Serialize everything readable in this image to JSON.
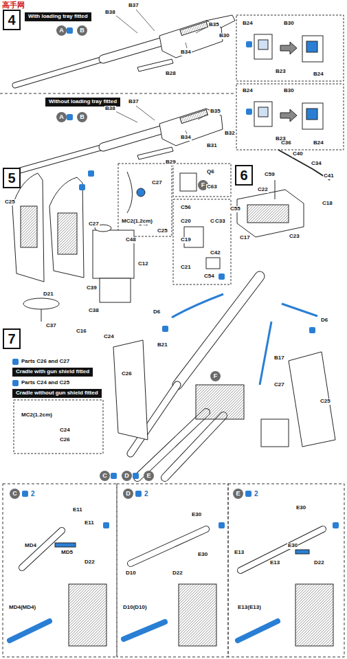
{
  "diagram": {
    "nodes": [
      {
        "text": [
          "4"
        ]
      },
      {
        "text": [
          "With loading tray fitted"
        ]
      },
      {
        "text": [
          "A"
        ]
      },
      {
        "text": [
          "B"
        ]
      },
      {
        "text": [
          "Without loading tray fitted"
        ]
      },
      {
        "text": [
          "A"
        ]
      },
      {
        "text": [
          "B"
        ]
      },
      {
        "text": [
          "5"
        ]
      },
      {
        "text": [
          "6"
        ]
      },
      {
        "text": [
          "F"
        ]
      },
      {
        "text": [
          "7"
        ]
      },
      {
        "text": [
          "Cradle with gun shield fitted"
        ]
      },
      {
        "text": [
          "Cradle without gun shield fitted"
        ]
      },
      {
        "text": [
          "F"
        ]
      },
      {
        "text": [
          "C"
        ]
      },
      {
        "text": [
          "D"
        ]
      },
      {
        "text": [
          "E"
        ]
      },
      {
        "text": [
          "C"
        ]
      },
      {
        "text": [
          "D"
        ]
      },
      {
        "text": [
          "E"
        ]
      }
    ],
    "labels": [
      "高手网",
      "B38",
      "B37",
      "B35",
      "B30",
      "B34",
      "B28",
      "B24",
      "B30",
      "B23",
      "B24",
      "B24",
      "B30",
      "B23",
      "B24",
      "B38",
      "B37",
      "B35",
      "B34",
      "B31",
      "B32",
      "B29",
      "C25",
      "C27",
      "C49",
      "C48",
      "C12",
      "C39",
      "D21",
      "C38",
      "C37",
      "C16",
      "C27",
      "MC2(1.2cm)",
      "C25",
      "Q6",
      "C63",
      "C56",
      "C20",
      "C44",
      "C19",
      "C42",
      "C21",
      "C54",
      "C36",
      "C40",
      "C34",
      "C41",
      "C59",
      "C22",
      "C17",
      "C55",
      "C33",
      "C18",
      "C23",
      "D6",
      "B21",
      "D6",
      "B17",
      "C24",
      "C26",
      "C27",
      "C25",
      "Parts C26 and C27",
      "Parts C24 and C25",
      "MC2(1.2cm)",
      "C24",
      "C26",
      "2",
      "E11",
      "E11",
      "MD5",
      "D22",
      "MD4",
      "MD4(MD4)",
      "2",
      "E30",
      "E30",
      "D10",
      "D22",
      "D10(D10)",
      "2",
      "E13",
      "E30",
      "E30",
      "E13",
      "D22",
      "E13(E13)"
    ]
  }
}
